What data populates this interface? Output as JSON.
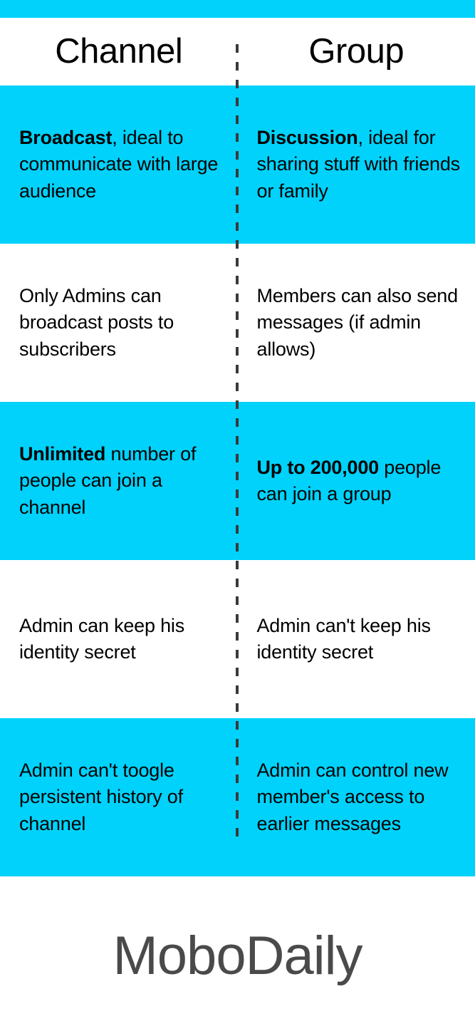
{
  "colors": {
    "accent": "#00d2fb",
    "background": "#ffffff",
    "text": "#000000",
    "divider": "#3a3a3a",
    "brand_text": "#4a4a4a"
  },
  "header": {
    "columns": [
      {
        "label": "Channel"
      },
      {
        "label": "Group"
      }
    ]
  },
  "rows": [
    {
      "shaded": true,
      "channel": {
        "bold": "Broadcast",
        "rest": ", ideal to communicate with large audience"
      },
      "group": {
        "bold": "Discussion",
        "rest": ", ideal for sharing stuff with friends or family"
      }
    },
    {
      "shaded": false,
      "channel": {
        "bold": "",
        "rest": "Only Admins can broadcast posts to subscribers"
      },
      "group": {
        "bold": "",
        "rest": "Members can also send messages (if admin allows)"
      }
    },
    {
      "shaded": true,
      "channel": {
        "bold": "Unlimited",
        "rest": " number of people can join a channel"
      },
      "group": {
        "bold": "Up to 200,000",
        "rest": " people can join a group"
      }
    },
    {
      "shaded": false,
      "channel": {
        "bold": "",
        "rest": "Admin can keep his identity secret"
      },
      "group": {
        "bold": "",
        "rest": "Admin can't keep his identity secret"
      }
    },
    {
      "shaded": true,
      "channel": {
        "bold": "",
        "rest": "Admin can't toogle persistent history of channel"
      },
      "group": {
        "bold": "",
        "rest": "Admin can control new member's access to earlier messages"
      }
    }
  ],
  "footer": {
    "brand": "MoboDaily"
  }
}
